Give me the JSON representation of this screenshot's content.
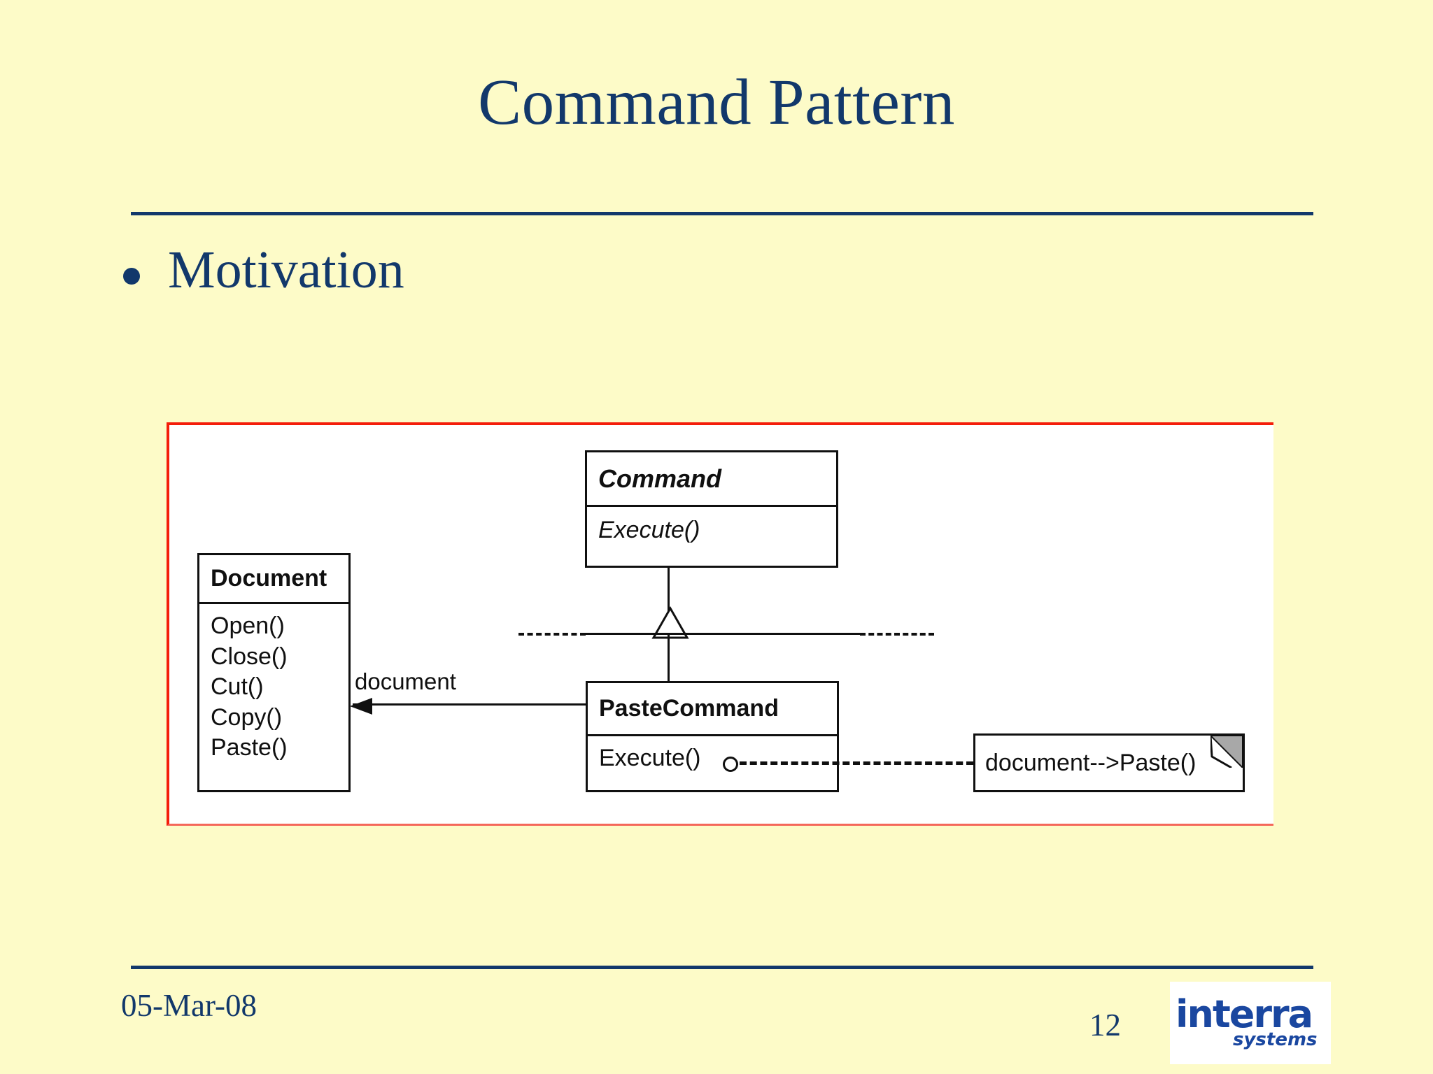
{
  "slide": {
    "title": "Command Pattern",
    "bullets": [
      {
        "text": "Motivation",
        "marker": "bullet-dot"
      }
    ],
    "accent_color": "#12386B",
    "background_color": "#FDFBC8"
  },
  "diagram": {
    "border_color": "#F41D0A",
    "background_color": "#FFFFFF",
    "classes": [
      {
        "id": "command",
        "name": "Command",
        "abstract": true,
        "members": [
          "Execute()"
        ]
      },
      {
        "id": "document",
        "name": "Document",
        "abstract": false,
        "members": [
          "Open()",
          "Close()",
          "Cut()",
          "Copy()",
          "Paste()"
        ]
      },
      {
        "id": "pastecommand",
        "name": "PasteCommand",
        "abstract": false,
        "members": [
          "Execute()"
        ]
      }
    ],
    "note": {
      "text": "document-->Paste()",
      "fold_color": "#A8A8A8"
    },
    "association_label": "document",
    "relations": [
      {
        "type": "generalization",
        "from": "PasteCommand",
        "to": "Command"
      },
      {
        "type": "association",
        "from": "PasteCommand",
        "to": "Document",
        "label": "document"
      },
      {
        "type": "note-anchor",
        "from": "PasteCommand.Execute()",
        "to": "note"
      }
    ]
  },
  "footer": {
    "date": "05-Mar-08",
    "page_number": "12",
    "logo": {
      "main": "interra",
      "sub": "systems",
      "color": "#1A47A0"
    }
  }
}
